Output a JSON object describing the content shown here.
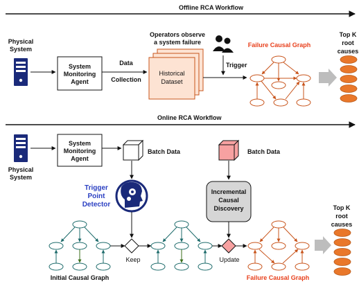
{
  "offline": {
    "title": "Offline RCA Workflow",
    "physical_system": [
      "Physical",
      "System"
    ],
    "agent": [
      "System",
      "Monitoring",
      "Agent"
    ],
    "data_collection": [
      "Data",
      "Collection"
    ],
    "operators": [
      "Operators observe",
      "a system failure"
    ],
    "dataset": [
      "Historical",
      "Dataset"
    ],
    "trigger": "Trigger",
    "failure_graph": "Failure Causal Graph",
    "topk": [
      "Top K",
      "root",
      "causes"
    ]
  },
  "online": {
    "title": "Online  RCA Workflow",
    "physical_system": [
      "Physical",
      "System"
    ],
    "agent": [
      "System",
      "Monitoring",
      "Agent"
    ],
    "batch_data_1": "Batch Data",
    "batch_data_2": "Batch Data",
    "tpd": [
      "Trigger",
      "Point",
      "Detector"
    ],
    "icd": [
      "Incremental",
      "Causal",
      "Discovery"
    ],
    "keep": "Keep",
    "update": "Update",
    "initial_graph": "Initial  Causal Graph",
    "failure_graph": "Failure Causal Graph",
    "topk": [
      "Top K",
      "root",
      "causes"
    ]
  },
  "colors": {
    "teal": "#1d6b6b",
    "orange": "#c8541b",
    "green": "#3a6e1a",
    "navy": "#1a2a7a",
    "blue_text": "#2a3fc2",
    "red_text": "#e8401c",
    "ellipse_fill": "#e9772a",
    "pink_cube": "#f7a1a1",
    "icd_fill": "#d6d6d6"
  }
}
